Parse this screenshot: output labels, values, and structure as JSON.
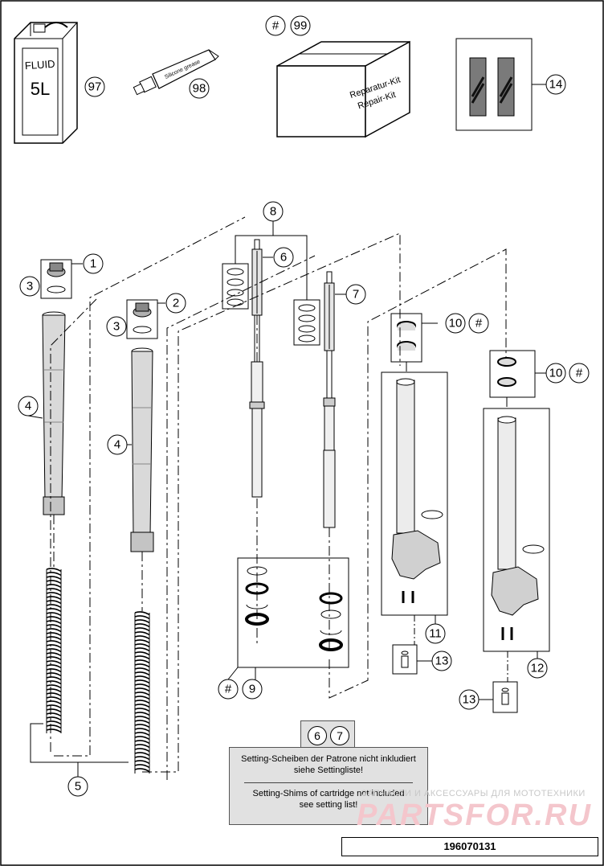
{
  "callouts": {
    "c97": "97",
    "c98": "98",
    "c99_hash": "#",
    "c99": "99",
    "c14": "14",
    "c8": "8",
    "c1": "1",
    "c3a": "3",
    "c6": "6",
    "c2": "2",
    "c3b": "3",
    "c7": "7",
    "c10a": "10",
    "c10a_hash": "#",
    "c4a": "4",
    "c10b": "10",
    "c10b_hash": "#",
    "c4b": "4",
    "c11": "11",
    "c13a": "13",
    "c9_hash": "#",
    "c9": "9",
    "c12": "12",
    "c13b": "13",
    "c5": "5"
  },
  "products": {
    "fluid_can": {
      "line1": "FLUID",
      "line2": "5L"
    },
    "grease_tube": {
      "label": "Silicone grease"
    },
    "repair_kit": {
      "line1": "Reparatur-Kit",
      "line2": "Repair-Kit"
    }
  },
  "note": {
    "tab_left": "6",
    "tab_right": "7",
    "de_line1": "Setting-Scheiben der Patrone nicht inkludiert",
    "de_line2": "siehe Settingliste!",
    "en_line1": "Setting-Shims of cartridge not included",
    "en_line2": "see setting list!"
  },
  "watermark": {
    "small": "ЗАПЧАСТИ И АКСЕССУАРЫ ДЛЯ МОТОТЕХНИКИ",
    "big": "PARTSFOR.RU"
  },
  "document_number": "196070131",
  "colors": {
    "line": "#000000",
    "panel": "#e1e1e1",
    "part_fill": "#d9d9d9",
    "watermark": "#f4c6cc"
  }
}
